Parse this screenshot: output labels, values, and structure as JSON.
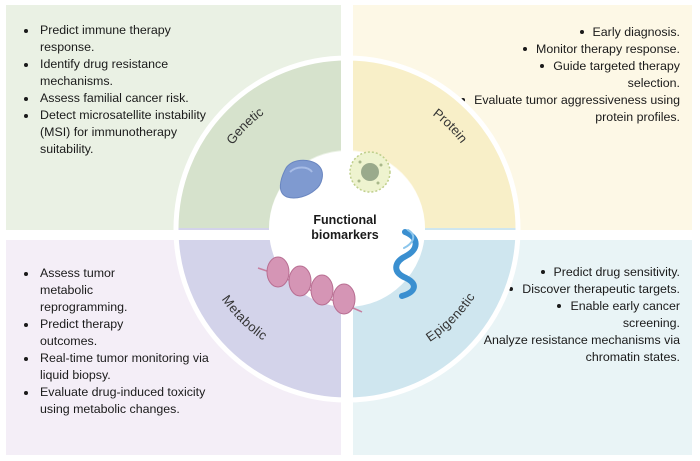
{
  "center": {
    "line1": "Functional",
    "line2": "biomarkers"
  },
  "segments": {
    "genetic": {
      "label": "Genetic",
      "color": "#d6e2cc"
    },
    "protein": {
      "label": "Protein",
      "color": "#f8efc8"
    },
    "metabolic": {
      "label": "Metabolic",
      "color": "#d3d3ea"
    },
    "epigenetic": {
      "label": "Epigenetic",
      "color": "#cfe6ef"
    }
  },
  "panels": {
    "genetic": {
      "bg": "#eaf1e4",
      "items": [
        "Predict immune therapy response.",
        "Identify drug resistance mechanisms.",
        "Assess familial cancer risk.",
        "Detect microsatellite instability (MSI) for immunotherapy suitability."
      ]
    },
    "protein": {
      "bg": "#fdf8e6",
      "items": [
        "Early diagnosis.",
        "Monitor therapy response.",
        "Guide targeted therapy selection.",
        "Evaluate tumor aggressiveness using protein profiles."
      ]
    },
    "metabolic": {
      "bg": "#f4eef7",
      "items": [
        "Assess tumor metabolic reprogramming.",
        "Predict therapy outcomes.",
        "Real-time tumor monitoring via liquid biopsy.",
        "Evaluate drug-induced toxicity using metabolic changes."
      ]
    },
    "epigenetic": {
      "bg": "#e9f4f6",
      "items": [
        "Predict drug sensitivity.",
        "Discover therapeutic targets.",
        "Enable early cancer screening.",
        "Analyze resistance mechanisms via chromatin states."
      ]
    }
  },
  "icons": [
    "protein-blob-icon",
    "cell-icon",
    "dna-helix-icon",
    "chromatin-nucleosome-icon"
  ]
}
